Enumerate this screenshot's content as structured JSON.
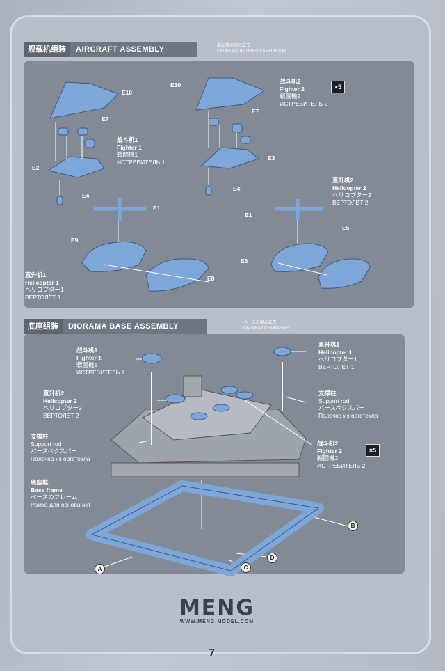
{
  "colors": {
    "panel": "#828a96",
    "part_blue": "#7da6d9",
    "frame": "#d9dee6"
  },
  "aircraft": {
    "title_zh": "舰载机组装",
    "title_en": "AIRCRAFT ASSEMBLY",
    "subtitle_jp": "艦上機の組み立て",
    "subtitle_ru": "СБОРКА БОРТОВЫХ САМОЛЕТОВ",
    "fighter1": {
      "zh": "战斗机1",
      "en": "Fighter 1",
      "jp": "戦闘機1",
      "ru": "ИСТРЕБИТЕЛЬ 1"
    },
    "fighter2": {
      "zh": "战斗机2",
      "en": "Fighter 2",
      "jp": "戦闘機2",
      "ru": "ИСТРЕБИТЕЛЬ 2"
    },
    "helicopter1": {
      "zh": "直升机1",
      "en": "Helicopter 1",
      "jp": "ヘリコプター1",
      "ru": "ВЕРТОЛЁТ 1"
    },
    "helicopter2": {
      "zh": "直升机2",
      "en": "Helicopter 2",
      "jp": "ヘリコプター2",
      "ru": "ВЕРТОЛЁТ 2"
    },
    "qty": "×5",
    "parts": {
      "e10": "E10",
      "e7": "E7",
      "e2": "E2",
      "e3": "E3",
      "e4": "E4",
      "e1": "E1",
      "e9": "E9",
      "e8": "E8",
      "e5": "E5",
      "e6": "E6"
    }
  },
  "diorama": {
    "title_zh": "底座组装",
    "title_en": "DIORAMA BASE ASSEMBLY",
    "subtitle_jp": "ベースの組み立て",
    "subtitle_ru": "СБОРКА ОСНОВАНИЯ",
    "fighter1": {
      "zh": "战斗机1",
      "en": "Fighter 1",
      "jp": "戦闘機1",
      "ru": "ИСТРЕБИТЕЛЬ 1"
    },
    "helicopter1": {
      "zh": "直升机1",
      "en": "Helicopter 1",
      "jp": "ヘリコプター1",
      "ru": "ВЕРТОЛЁТ 1"
    },
    "helicopter2": {
      "zh": "直升机2",
      "en": "Helicopter 2",
      "jp": "ヘリコプター2",
      "ru": "ВЕРТОЛЁТ 2"
    },
    "support_right": {
      "zh": "支撑柱",
      "en": "Support rod",
      "jp": "パースペクスパー",
      "ru": "Палочка из оргстекла"
    },
    "support_left": {
      "zh": "支撑柱",
      "en": "Support rod",
      "jp": "パースペクスパー",
      "ru": "Палочка из оргстекла"
    },
    "fighter2": {
      "zh": "战斗机2",
      "en": "Fighter 2",
      "jp": "戦闘機2",
      "ru": "ИСТРЕБИТЕЛЬ 2"
    },
    "qty": "×5",
    "base_frame": {
      "zh": "底座框",
      "en": "Base frame",
      "jp": "ベースのフレーム",
      "ru": "Рамка для основания"
    },
    "callouts": {
      "a": "A",
      "b": "B",
      "c": "C",
      "d": "D"
    }
  },
  "footer": {
    "brand": "MENG",
    "url": "WWW.MENG-MODEL.COM",
    "page_number": "7"
  }
}
